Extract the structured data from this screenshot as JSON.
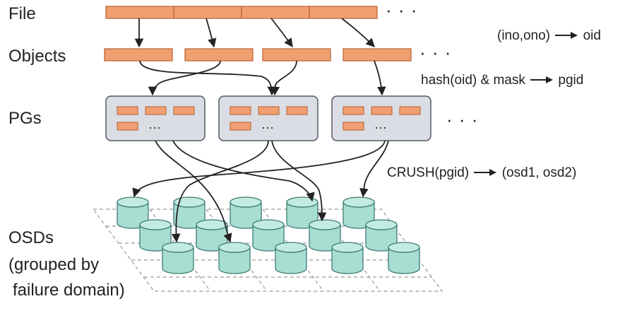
{
  "labels": {
    "file": "File",
    "objects": "Objects",
    "pgs": "PGs",
    "osds_line1": "OSDs",
    "osds_line2": "(grouped by",
    "osds_line3": "failure domain)"
  },
  "formulas": {
    "oid": "(ino,ono)",
    "oid_result": "oid",
    "pgid": "hash(oid) & mask",
    "pgid_result": "pgid",
    "crush": "CRUSH(pgid)",
    "crush_result": "(osd1, osd2)"
  },
  "ellipsis": {
    "file": "· · ·",
    "objects": "· · ·",
    "pgs": "· · ·",
    "pg_inner": "···"
  },
  "colors": {
    "segment": "#f0a070",
    "segment_border": "#b85c30",
    "pg_fill": "#dadde3",
    "pg_border": "#555a66",
    "osd_fill": "#a8ddd2",
    "osd_border": "#3f7d73",
    "arrow": "#222222",
    "grid": "#999999"
  }
}
